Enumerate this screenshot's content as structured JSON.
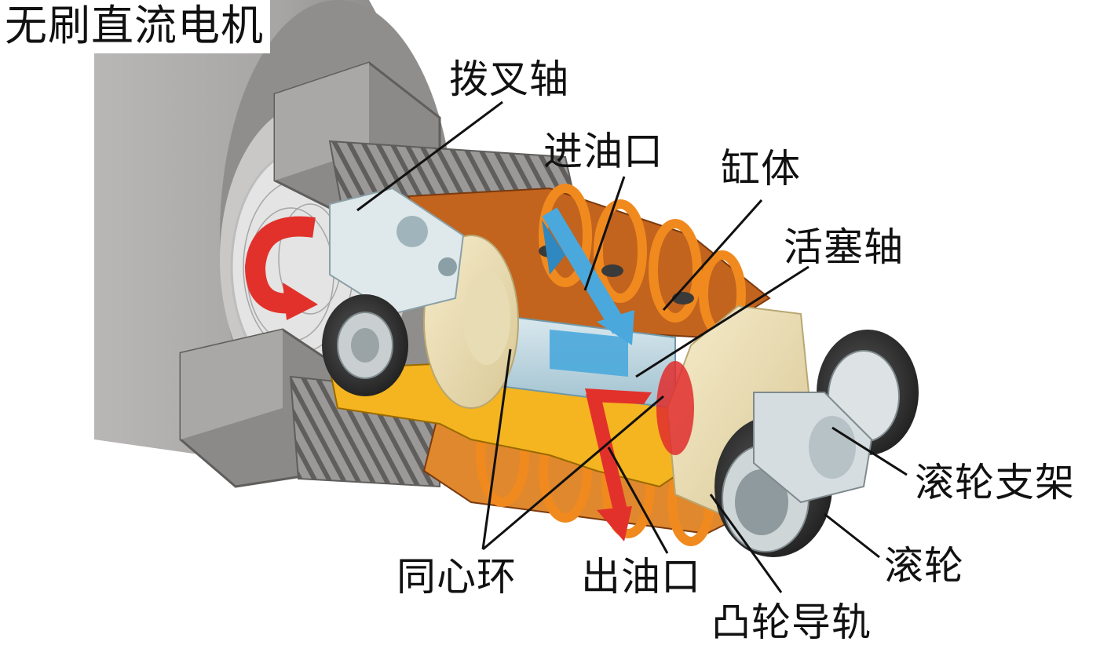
{
  "labels": {
    "motor": "无刷直流电机",
    "fork_shaft": "拨叉轴",
    "oil_inlet": "进油口",
    "cylinder": "缸体",
    "piston_shaft": "活塞轴",
    "roller_bracket": "滚轮支架",
    "roller": "滚轮",
    "cam_rail": "凸轮导轨",
    "oil_outlet": "出油口",
    "concentric_ring": "同心环"
  },
  "colors": {
    "motor_gray": "#a9a8a7",
    "cylinder_orange": "#c2631e",
    "cam_yellow": "#f4b520",
    "ring_cream": "#efe2b6",
    "inlet_arrow_blue": "#4aa8dc",
    "outlet_arrow_red": "#e2312b",
    "rotate_arrow_red": "#e2312b",
    "roller_black": "#2c2c2c",
    "bracket_silver": "#d6dde0"
  },
  "icons": {
    "rotation": "rotate-arrow-icon",
    "inlet": "flow-arrow-in-icon",
    "outlet": "flow-arrow-out-icon"
  }
}
